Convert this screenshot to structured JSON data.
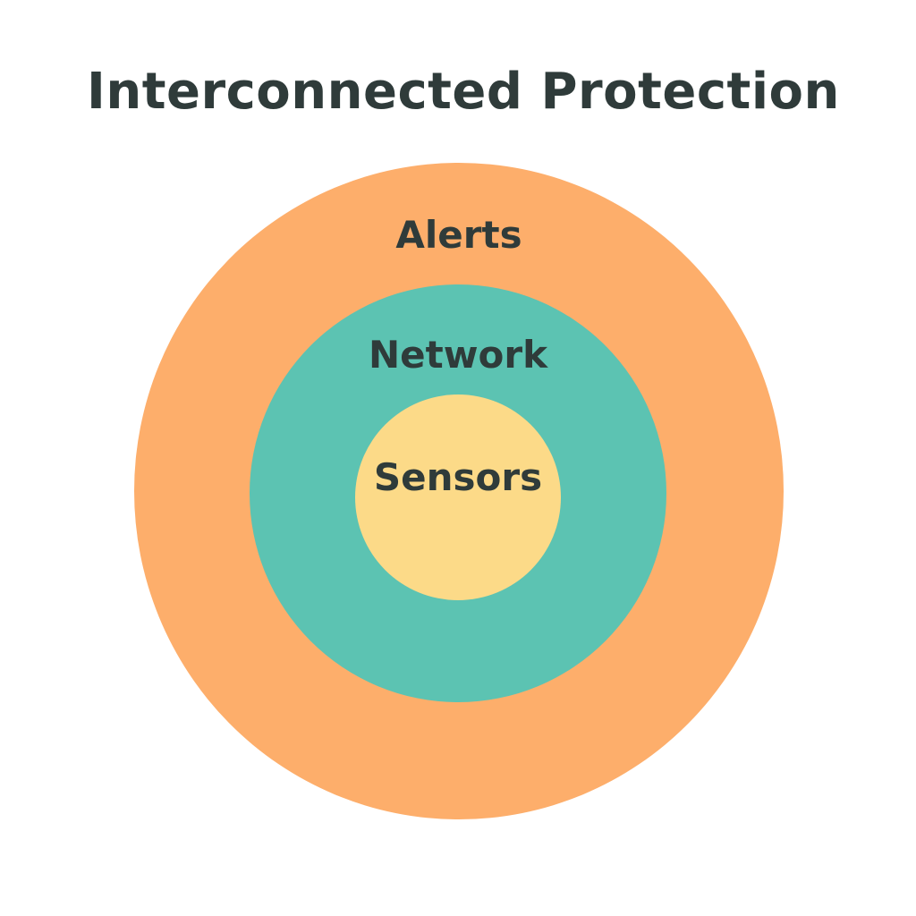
{
  "title": "Interconnected Protection",
  "layers": {
    "outer": {
      "label": "Alerts",
      "color": "#FDAE6B"
    },
    "middle": {
      "label": "Network",
      "color": "#5CC3B2"
    },
    "inner": {
      "label": "Sensors",
      "color": "#FCDA88"
    }
  },
  "text_color": "#2F3B3A"
}
